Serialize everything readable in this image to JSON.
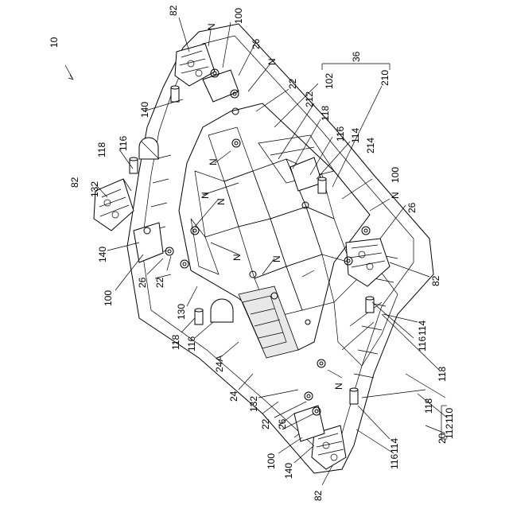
{
  "figure": {
    "ref_main": "10",
    "labels": [
      {
        "id": "l82a",
        "text": "82"
      },
      {
        "id": "lN1",
        "text": "N"
      },
      {
        "id": "l100a",
        "text": "100"
      },
      {
        "id": "l26a",
        "text": "26"
      },
      {
        "id": "lN2",
        "text": "N"
      },
      {
        "id": "l36",
        "text": "36"
      },
      {
        "id": "l22a",
        "text": "22"
      },
      {
        "id": "l102",
        "text": "102"
      },
      {
        "id": "l210",
        "text": "210"
      },
      {
        "id": "l140a",
        "text": "140"
      },
      {
        "id": "l212",
        "text": "212"
      },
      {
        "id": "l118a",
        "text": "118"
      },
      {
        "id": "l116a",
        "text": "116"
      },
      {
        "id": "l114a",
        "text": "114"
      },
      {
        "id": "l214",
        "text": "214"
      },
      {
        "id": "l118b",
        "text": "118"
      },
      {
        "id": "l116b",
        "text": "116"
      },
      {
        "id": "lN3",
        "text": "N"
      },
      {
        "id": "l100b",
        "text": "100"
      },
      {
        "id": "l82b",
        "text": "82"
      },
      {
        "id": "l132a",
        "text": "132"
      },
      {
        "id": "lN4",
        "text": "N"
      },
      {
        "id": "lN5",
        "text": "N"
      },
      {
        "id": "l26b",
        "text": "26"
      },
      {
        "id": "l140b",
        "text": "140"
      },
      {
        "id": "lN6",
        "text": "N"
      },
      {
        "id": "lN7",
        "text": "N"
      },
      {
        "id": "lN8",
        "text": "N"
      },
      {
        "id": "l100c",
        "text": "100"
      },
      {
        "id": "l26c",
        "text": "26"
      },
      {
        "id": "l22b",
        "text": "22"
      },
      {
        "id": "l82c",
        "text": "82"
      },
      {
        "id": "l130",
        "text": "130"
      },
      {
        "id": "l118c",
        "text": "118"
      },
      {
        "id": "l116c",
        "text": "116"
      },
      {
        "id": "l114b",
        "text": "114"
      },
      {
        "id": "l24A",
        "text": "24A"
      },
      {
        "id": "l116d",
        "text": "116"
      },
      {
        "id": "l118d",
        "text": "118"
      },
      {
        "id": "l24",
        "text": "24"
      },
      {
        "id": "l132b",
        "text": "132"
      },
      {
        "id": "lN9",
        "text": "N"
      },
      {
        "id": "l118e",
        "text": "118"
      },
      {
        "id": "l110",
        "text": "110"
      },
      {
        "id": "l22c",
        "text": "22"
      },
      {
        "id": "l26d",
        "text": "26"
      },
      {
        "id": "l112",
        "text": "112"
      },
      {
        "id": "l20",
        "text": "20"
      },
      {
        "id": "l100d",
        "text": "100"
      },
      {
        "id": "l114c",
        "text": "114"
      },
      {
        "id": "l140c",
        "text": "140"
      },
      {
        "id": "l116e",
        "text": "116"
      },
      {
        "id": "l82d",
        "text": "82"
      }
    ]
  }
}
